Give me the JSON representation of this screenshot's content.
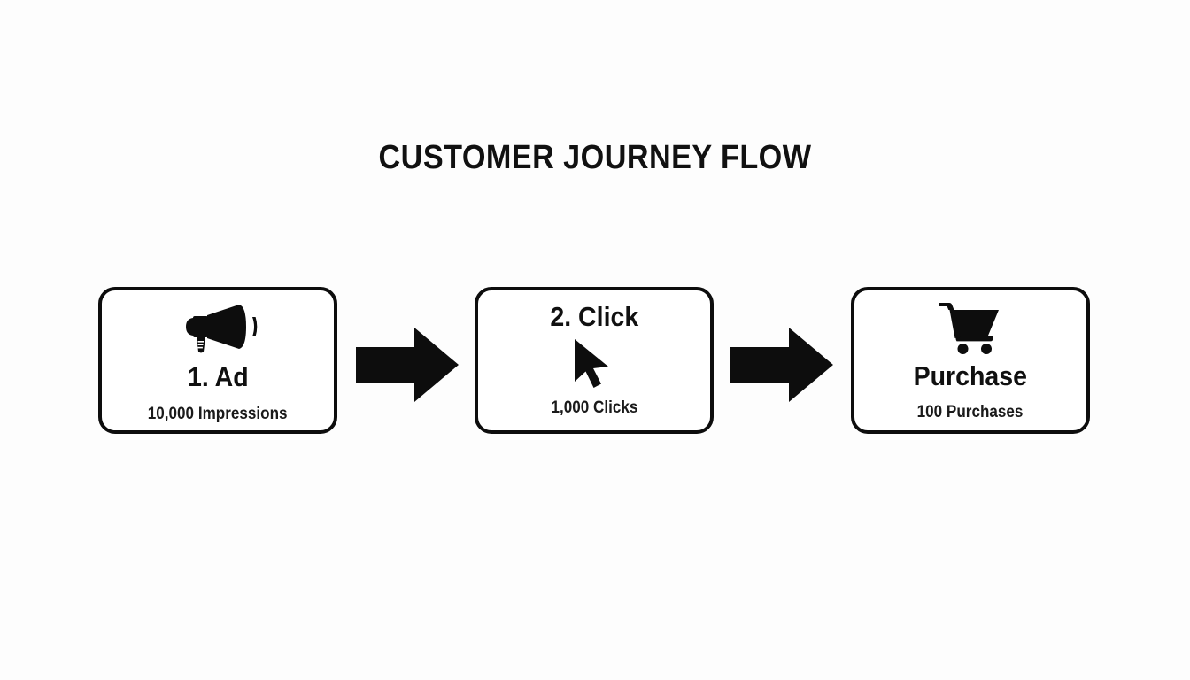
{
  "page": {
    "title": "CUSTOMER JOURNEY FLOW",
    "background_color": "#fdfdfd",
    "ink_color": "#0d0d0d"
  },
  "flow": {
    "stages": [
      {
        "id": "ad",
        "icon": "megaphone-icon",
        "label": "1. Ad",
        "caption": "10,000 Impressions",
        "order": "icon-first"
      },
      {
        "id": "click",
        "icon": "cursor-arrow-icon",
        "label": "2. Click",
        "caption": "1,000 Clicks",
        "order": "label-first"
      },
      {
        "id": "purchase",
        "icon": "shopping-cart-icon",
        "label": "Purchase",
        "caption": "100 Purchases",
        "order": "icon-first"
      }
    ],
    "connectors": [
      {
        "id": "connector-1",
        "icon": "right-arrow-icon",
        "from": "ad",
        "to": "click"
      },
      {
        "id": "connector-2",
        "icon": "right-arrow-icon",
        "from": "click",
        "to": "purchase"
      }
    ]
  },
  "chart_data": {
    "type": "bar",
    "title": "CUSTOMER JOURNEY FLOW",
    "categories": [
      "1. Ad",
      "2. Click",
      "Purchase"
    ],
    "values": [
      10000,
      1000,
      100
    ],
    "value_labels": [
      "10,000 Impressions",
      "1,000 Clicks",
      "100 Purchases"
    ],
    "xlabel": "",
    "ylabel": "",
    "legend": []
  }
}
